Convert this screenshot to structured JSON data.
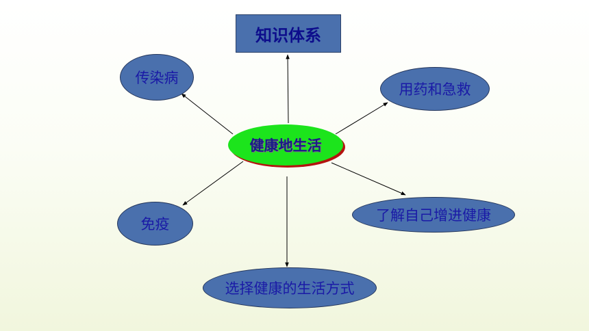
{
  "title": "知识体系",
  "center": "健康地生活",
  "nodes": {
    "infectious_disease": "传染病",
    "medicine_first_aid": "用药和急救",
    "immunity": "免疫",
    "know_yourself": "了解自己增进健康",
    "healthy_lifestyle": "选择健康的生活方式"
  },
  "colors": {
    "node_fill": "#4a70ad",
    "center_fill": "#1ce41c",
    "center_shadow": "#b3140f",
    "text": "#1a1aa6",
    "arrow": "#000000"
  }
}
